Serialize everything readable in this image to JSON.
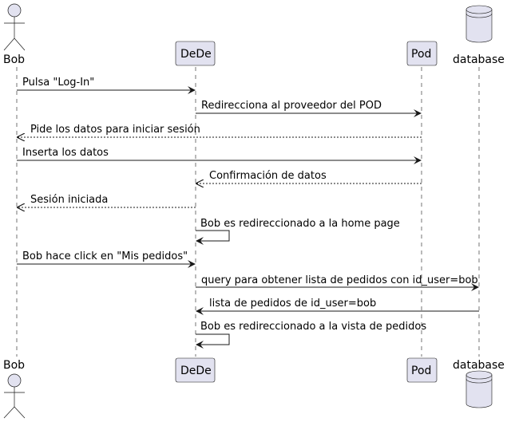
{
  "participants": [
    {
      "id": "bob",
      "label": "Bob",
      "kind": "actor"
    },
    {
      "id": "dede",
      "label": "DeDe",
      "kind": "participant"
    },
    {
      "id": "pod",
      "label": "Pod",
      "kind": "participant"
    },
    {
      "id": "database",
      "label": "database",
      "kind": "database"
    }
  ],
  "messages": [
    {
      "from": "bob",
      "to": "dede",
      "label": "Pulsa \"Log-In\"",
      "style": "solid"
    },
    {
      "from": "dede",
      "to": "pod",
      "label": "Redirecciona al proveedor del POD",
      "style": "solid"
    },
    {
      "from": "pod",
      "to": "bob",
      "label": "Pide los datos para iniciar sesión",
      "style": "dashed"
    },
    {
      "from": "bob",
      "to": "pod",
      "label": "Inserta los datos",
      "style": "solid"
    },
    {
      "from": "pod",
      "to": "dede",
      "label": "Confirmación de datos",
      "style": "dashed"
    },
    {
      "from": "dede",
      "to": "bob",
      "label": "Sesión iniciada",
      "style": "dashed"
    },
    {
      "from": "dede",
      "to": "dede",
      "label": "Bob es redireccionado a la home page",
      "style": "solid"
    },
    {
      "from": "bob",
      "to": "dede",
      "label": "Bob hace click en \"Mis pedidos\"",
      "style": "solid"
    },
    {
      "from": "dede",
      "to": "database",
      "label": "query para obtener lista de pedidos con id_user=bob",
      "style": "solid"
    },
    {
      "from": "database",
      "to": "dede",
      "label": "lista de pedidos de id_user=bob",
      "style": "solid"
    },
    {
      "from": "dede",
      "to": "dede",
      "label": "Bob es redireccionado a la vista de pedidos",
      "style": "solid"
    }
  ]
}
